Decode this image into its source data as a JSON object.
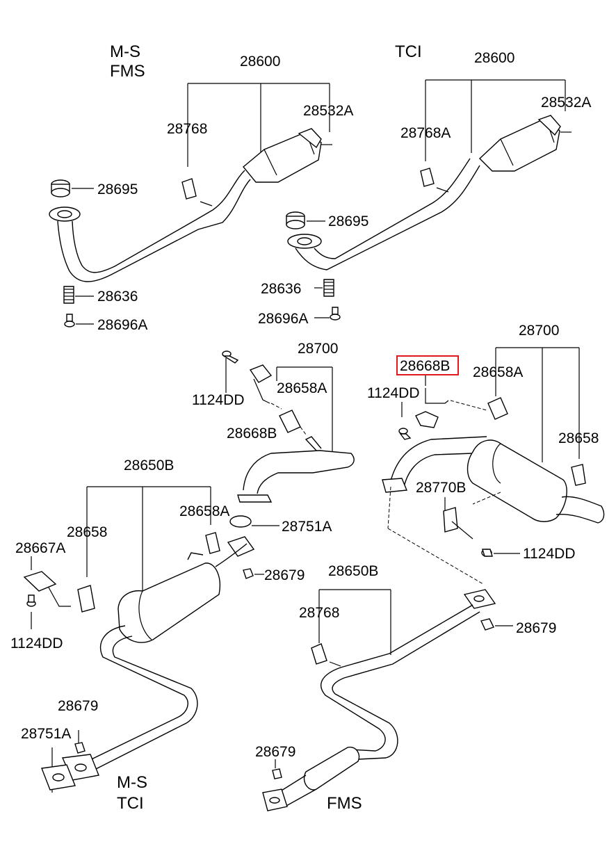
{
  "sections": {
    "top_left_title": [
      "M-S",
      "FMS"
    ],
    "top_right_title": "TCI",
    "bottom_left_title": [
      "M-S",
      "TCI"
    ],
    "bottom_right_title": "FMS"
  },
  "callouts": {
    "tl_28600": "28600",
    "tl_28768": "28768",
    "tl_28532a": "28532A",
    "tl_28695": "28695",
    "tl_28636": "28636",
    "tl_28696a": "28696A",
    "tr_28600": "28600",
    "tr_28532a": "28532A",
    "tr_28768a": "28768A",
    "tr_28695": "28695",
    "tr_28636": "28636",
    "tr_28696a": "28696A",
    "ml_28700": "28700",
    "ml_1124dd": "1124DD",
    "ml_28658a": "28658A",
    "ml_28668b": "28668B",
    "mr_28700": "28700",
    "mr_28668b": "28668B",
    "mr_28658a": "28658A",
    "mr_1124dd": "1124DD",
    "mr_28658": "28658",
    "mr_28770b": "28770B",
    "mr_1124dd_b": "1124DD",
    "bl_28650b": "28650B",
    "bl_28658a": "28658A",
    "bl_28751a": "28751A",
    "bl_28658": "28658",
    "bl_28667a": "28667A",
    "bl_28679": "28679",
    "bl_1124dd": "1124DD",
    "bl_28679_b": "28679",
    "bl_28751a_b": "28751A",
    "br_28650b": "28650B",
    "br_28768": "28768",
    "br_28679": "28679",
    "br_28679_b": "28679"
  },
  "highlight_color": "#e0181e"
}
